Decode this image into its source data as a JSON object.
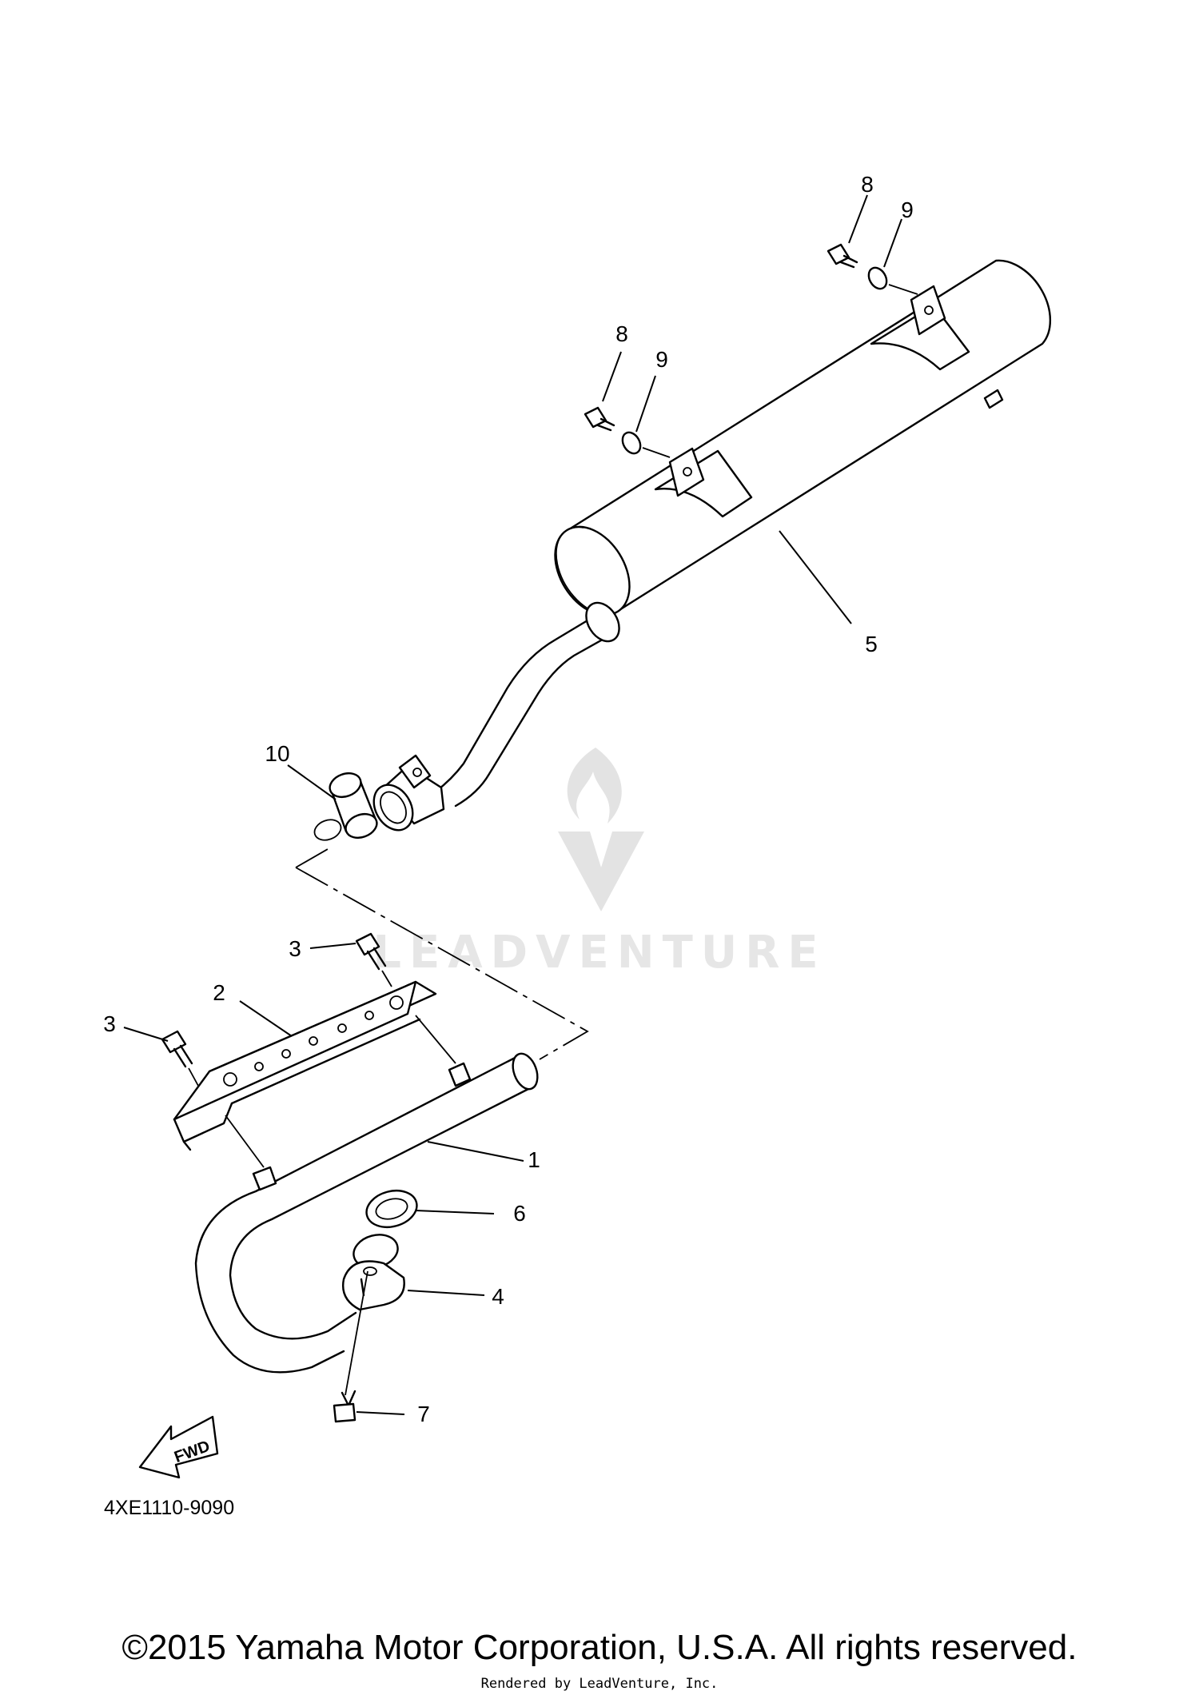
{
  "callouts": [
    {
      "id": "1",
      "label": "1"
    },
    {
      "id": "2",
      "label": "2"
    },
    {
      "id": "3a",
      "label": "3"
    },
    {
      "id": "3b",
      "label": "3"
    },
    {
      "id": "4",
      "label": "4"
    },
    {
      "id": "5",
      "label": "5"
    },
    {
      "id": "6",
      "label": "6"
    },
    {
      "id": "7",
      "label": "7"
    },
    {
      "id": "8a",
      "label": "8"
    },
    {
      "id": "8b",
      "label": "8"
    },
    {
      "id": "9a",
      "label": "9"
    },
    {
      "id": "9b",
      "label": "9"
    },
    {
      "id": "10",
      "label": "10"
    }
  ],
  "fwd_label": "FWD",
  "diagram_code": "4XE1110-9090",
  "watermark": {
    "text": "LEADVENTURE",
    "icon": "leadventure-flame-logo"
  },
  "footer": {
    "copyright": "©2015 Yamaha Motor Corporation, U.S.A. All rights reserved.",
    "rendered_by": "Rendered by LeadVenture, Inc."
  }
}
